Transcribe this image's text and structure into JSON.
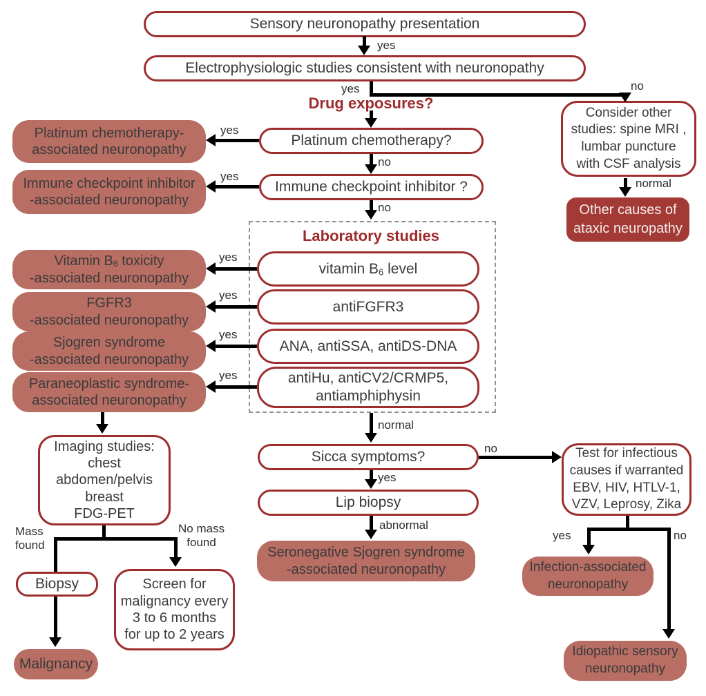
{
  "colors": {
    "box_border": "#9E2D2D",
    "salmon_fill": "#B96E63",
    "dark_red_fill": "#A33A35",
    "heading_text": "#9E2B2B",
    "arrow": "#000000"
  },
  "headings": {
    "drug_exposures": "Drug exposures?",
    "laboratory_studies": "Laboratory studies"
  },
  "labels": {
    "yes": "yes",
    "no": "no",
    "normal": "normal",
    "abnormal": "abnormal",
    "mass_found": [
      "Mass",
      "found"
    ],
    "no_mass_found": [
      "No mass",
      "found"
    ]
  },
  "nodes": {
    "presentation": {
      "text": "Sensory neuronopathy presentation"
    },
    "electrophysiology": {
      "text": "Electrophysiologic studies consistent with neuronopathy"
    },
    "consider_other": {
      "lines": [
        "Consider other",
        "studies: spine MRI ,",
        "lumbar puncture",
        "with CSF analysis"
      ]
    },
    "other_causes": {
      "lines": [
        "Other causes of",
        "ataxic neuropathy"
      ]
    },
    "platinum_q": {
      "text": "Platinum chemotherapy?"
    },
    "platinum_result": {
      "lines": [
        "Platinum chemotherapy-",
        "associated neuronopathy"
      ]
    },
    "ici_q": {
      "text": "Immune checkpoint inhibitor ?"
    },
    "ici_result": {
      "lines": [
        "Immune checkpoint inhibitor",
        "-associated neuronopathy"
      ]
    },
    "b6_test": {
      "pre": "vitamin B",
      "sub": "6",
      "post": " level"
    },
    "b6_result": {
      "pre": "Vitamin B",
      "sub": "6",
      "post": " toxicity",
      "line2": "-associated neuronopathy"
    },
    "fgfr3_test": {
      "text": "antiFGFR3"
    },
    "fgfr3_result": {
      "lines": [
        "FGFR3",
        "-associated neuronopathy"
      ]
    },
    "ana_test": {
      "text": "ANA, antiSSA, antiDS-DNA"
    },
    "sjogren_result": {
      "lines": [
        "Sjogren syndrome",
        "-associated neuronopathy"
      ]
    },
    "onconeural_test": {
      "lines": [
        "antiHu, antiCV2/CRMP5,",
        "antiamphiphysin"
      ]
    },
    "paraneoplastic_result": {
      "lines": [
        "Paraneoplastic syndrome-",
        "associated neuronopathy"
      ]
    },
    "imaging": {
      "lines": [
        "Imaging studies:",
        "chest",
        "abdomen/pelvis",
        "breast",
        "FDG-PET"
      ]
    },
    "biopsy": {
      "text": "Biopsy"
    },
    "screen": {
      "lines": [
        "Screen for",
        "malignancy every",
        "3 to 6 months",
        "for up to 2 years"
      ]
    },
    "malignancy": {
      "text": "Malignancy"
    },
    "sicca_q": {
      "text": "Sicca symptoms?"
    },
    "lip_biopsy": {
      "text": "Lip biopsy"
    },
    "seronegative": {
      "lines": [
        "Seronegative Sjogren syndrome",
        "-associated neuronopathy"
      ]
    },
    "infectious_test": {
      "lines": [
        "Test for infectious",
        "causes if warranted",
        "EBV, HIV, HTLV-1,",
        "VZV, Leprosy, Zika"
      ]
    },
    "infection_result": {
      "lines": [
        "Infection-associated",
        "neuronopathy"
      ]
    },
    "idiopathic": {
      "lines": [
        "Idiopathic sensory",
        "neuronopathy"
      ]
    }
  }
}
